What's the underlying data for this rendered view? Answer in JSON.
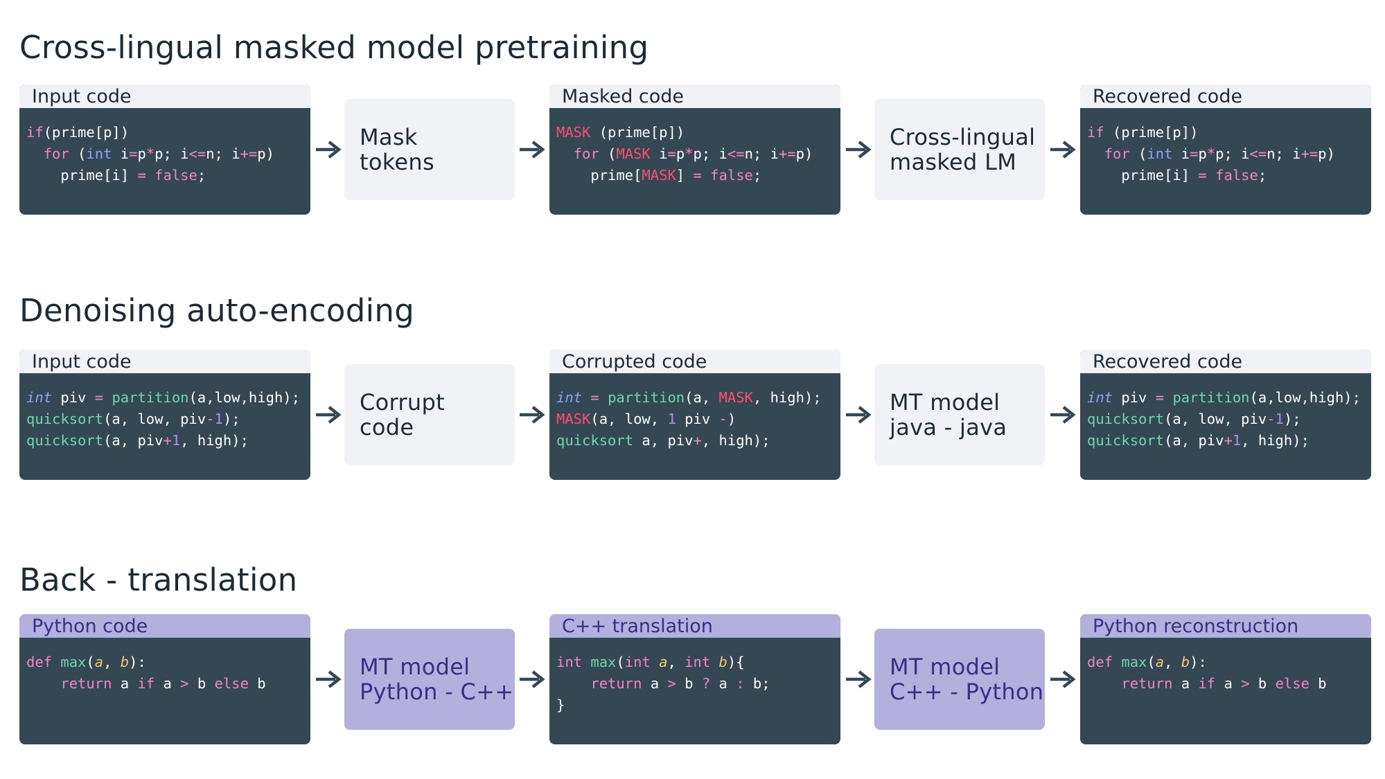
{
  "sections": [
    {
      "title": "Cross-lingual masked model pretraining",
      "box1_header": "Input code",
      "step1": [
        "Mask",
        "tokens"
      ],
      "box2_header": "Masked code",
      "step2": [
        "Cross-lingual",
        "masked LM"
      ],
      "box3_header": "Recovered code"
    },
    {
      "title": "Denoising auto-encoding",
      "box1_header": "Input code",
      "step1": [
        "Corrupt",
        "code"
      ],
      "box2_header": "Corrupted code",
      "step2": [
        "MT model",
        "java - java"
      ],
      "box3_header": "Recovered code"
    },
    {
      "title": "Back - translation",
      "box1_header": "Python code",
      "step1": [
        "MT model",
        "Python - C++"
      ],
      "box2_header": "C++ translation",
      "step2": [
        "MT model",
        "C++ - Python"
      ],
      "box3_header": "Python reconstruction"
    }
  ],
  "code": {
    "s1_input": [
      [
        [
          "k",
          "if"
        ],
        [
          "",
          "(prime[p])"
        ]
      ],
      [
        [
          "",
          "  "
        ],
        [
          "k",
          "for"
        ],
        [
          "",
          " ("
        ],
        [
          "t",
          "int"
        ],
        [
          "",
          " i"
        ],
        [
          "o",
          "="
        ],
        [
          "",
          "p"
        ],
        [
          "o",
          "*"
        ],
        [
          "",
          "p; i"
        ],
        [
          "o",
          "<="
        ],
        [
          "",
          "n; i"
        ],
        [
          "o",
          "+="
        ],
        [
          "",
          "p)"
        ]
      ],
      [
        [
          "",
          "    prime[i] "
        ],
        [
          "o",
          "="
        ],
        [
          "",
          " "
        ],
        [
          "k",
          "false"
        ],
        [
          "",
          ";"
        ]
      ]
    ],
    "s1_masked": [
      [
        [
          "r",
          "MASK"
        ],
        [
          "",
          " (prime[p])"
        ]
      ],
      [
        [
          "",
          "  "
        ],
        [
          "k",
          "for"
        ],
        [
          "",
          " ("
        ],
        [
          "r",
          "MASK"
        ],
        [
          "",
          " i"
        ],
        [
          "o",
          "="
        ],
        [
          "",
          "p"
        ],
        [
          "o",
          "*"
        ],
        [
          "",
          "p; i"
        ],
        [
          "o",
          "<="
        ],
        [
          "",
          "n; i"
        ],
        [
          "o",
          "+="
        ],
        [
          "",
          "p)"
        ]
      ],
      [
        [
          "",
          "    prime["
        ],
        [
          "r",
          "MASK"
        ],
        [
          "",
          "] "
        ],
        [
          "o",
          "="
        ],
        [
          "",
          " "
        ],
        [
          "k",
          "false"
        ],
        [
          "",
          ";"
        ]
      ]
    ],
    "s1_recovered": [
      [
        [
          "k",
          "if"
        ],
        [
          "",
          " (prime[p])"
        ]
      ],
      [
        [
          "",
          "  "
        ],
        [
          "k",
          "for"
        ],
        [
          "",
          " ("
        ],
        [
          "t",
          "int"
        ],
        [
          "",
          " i"
        ],
        [
          "o",
          "="
        ],
        [
          "",
          "p"
        ],
        [
          "o",
          "*"
        ],
        [
          "",
          "p; i"
        ],
        [
          "o",
          "<="
        ],
        [
          "",
          "n; i"
        ],
        [
          "o",
          "+="
        ],
        [
          "",
          "p)"
        ]
      ],
      [
        [
          "",
          "    prime[i] "
        ],
        [
          "o",
          "="
        ],
        [
          "",
          " "
        ],
        [
          "k",
          "false"
        ],
        [
          "",
          ";"
        ]
      ]
    ],
    "s2_input": [
      [
        [
          "ti",
          "int"
        ],
        [
          "",
          " piv "
        ],
        [
          "o",
          "="
        ],
        [
          "",
          " "
        ],
        [
          "g",
          "partition"
        ],
        [
          "",
          "(a,low,high);"
        ]
      ],
      [
        [
          "g",
          "quicksort"
        ],
        [
          "",
          "(a, low, piv"
        ],
        [
          "o",
          "-"
        ],
        [
          "v",
          "1"
        ],
        [
          "",
          ");"
        ]
      ],
      [
        [
          "g",
          "quicksort"
        ],
        [
          "",
          "(a, piv"
        ],
        [
          "o",
          "+"
        ],
        [
          "v",
          "1"
        ],
        [
          "",
          ", high);"
        ]
      ]
    ],
    "s2_corrupted": [
      [
        [
          "ti",
          "int"
        ],
        [
          "",
          " "
        ],
        [
          "o",
          "="
        ],
        [
          "",
          " "
        ],
        [
          "g",
          "partition"
        ],
        [
          "",
          "(a, "
        ],
        [
          "r",
          "MASK"
        ],
        [
          "",
          ", high);"
        ]
      ],
      [
        [
          "r",
          "MASK"
        ],
        [
          "",
          "(a, low, "
        ],
        [
          "v",
          "1"
        ],
        [
          "",
          " piv "
        ],
        [
          "o",
          "-"
        ],
        [
          "",
          ")"
        ]
      ],
      [
        [
          "g",
          "quicksort"
        ],
        [
          "",
          " a, piv"
        ],
        [
          "o",
          "+"
        ],
        [
          "",
          ", high);"
        ]
      ]
    ],
    "s2_recovered": [
      [
        [
          "ti",
          "int"
        ],
        [
          "",
          " piv "
        ],
        [
          "o",
          "="
        ],
        [
          "",
          " "
        ],
        [
          "g",
          "partition"
        ],
        [
          "",
          "(a,low,high);"
        ]
      ],
      [
        [
          "g",
          "quicksort"
        ],
        [
          "",
          "(a, low, piv"
        ],
        [
          "o",
          "-"
        ],
        [
          "v",
          "1"
        ],
        [
          "",
          ");"
        ]
      ],
      [
        [
          "g",
          "quicksort"
        ],
        [
          "",
          "(a, piv"
        ],
        [
          "o",
          "+"
        ],
        [
          "v",
          "1"
        ],
        [
          "",
          ", high);"
        ]
      ]
    ],
    "s3_python": [
      [
        [
          "k",
          "def"
        ],
        [
          "",
          " "
        ],
        [
          "g",
          "max"
        ],
        [
          "",
          "("
        ],
        [
          "yi",
          "a"
        ],
        [
          "",
          ", "
        ],
        [
          "yi",
          "b"
        ],
        [
          "",
          "):"
        ]
      ],
      [
        [
          "",
          "    "
        ],
        [
          "k",
          "return"
        ],
        [
          "",
          " a "
        ],
        [
          "k",
          "if"
        ],
        [
          "",
          " a "
        ],
        [
          "o",
          ">"
        ],
        [
          "",
          " b "
        ],
        [
          "k",
          "else"
        ],
        [
          "",
          " b"
        ]
      ]
    ],
    "s3_cpp": [
      [
        [
          "k",
          "int"
        ],
        [
          "",
          " "
        ],
        [
          "g",
          "max"
        ],
        [
          "",
          "("
        ],
        [
          "k",
          "int"
        ],
        [
          "",
          " "
        ],
        [
          "yi",
          "a"
        ],
        [
          "",
          ", "
        ],
        [
          "k",
          "int"
        ],
        [
          "",
          " "
        ],
        [
          "yi",
          "b"
        ],
        [
          "",
          "){"
        ]
      ],
      [
        [
          "",
          "    "
        ],
        [
          "k",
          "return"
        ],
        [
          "",
          " a "
        ],
        [
          "o",
          ">"
        ],
        [
          "",
          " b "
        ],
        [
          "o",
          "?"
        ],
        [
          "",
          " a "
        ],
        [
          "o",
          ":"
        ],
        [
          "",
          " b;"
        ]
      ],
      [
        [
          "",
          "}"
        ]
      ]
    ],
    "s3_reconstruction": [
      [
        [
          "k",
          "def"
        ],
        [
          "",
          " "
        ],
        [
          "g",
          "max"
        ],
        [
          "",
          "("
        ],
        [
          "yi",
          "a"
        ],
        [
          "",
          ", "
        ],
        [
          "yi",
          "b"
        ],
        [
          "",
          "):"
        ]
      ],
      [
        [
          "",
          "    "
        ],
        [
          "k",
          "return"
        ],
        [
          "",
          " a "
        ],
        [
          "k",
          "if"
        ],
        [
          "",
          " a "
        ],
        [
          "o",
          ">"
        ],
        [
          "",
          " b "
        ],
        [
          "k",
          "else"
        ],
        [
          "",
          " b"
        ]
      ]
    ]
  },
  "colors": {
    "code_bg": "#344854",
    "header_gray": "#f1f2f6",
    "header_purple": "#b3b0dd",
    "text_dark": "#1c2b33",
    "text_purple": "#3b2d86",
    "mask_red": "#ff4d6d"
  }
}
